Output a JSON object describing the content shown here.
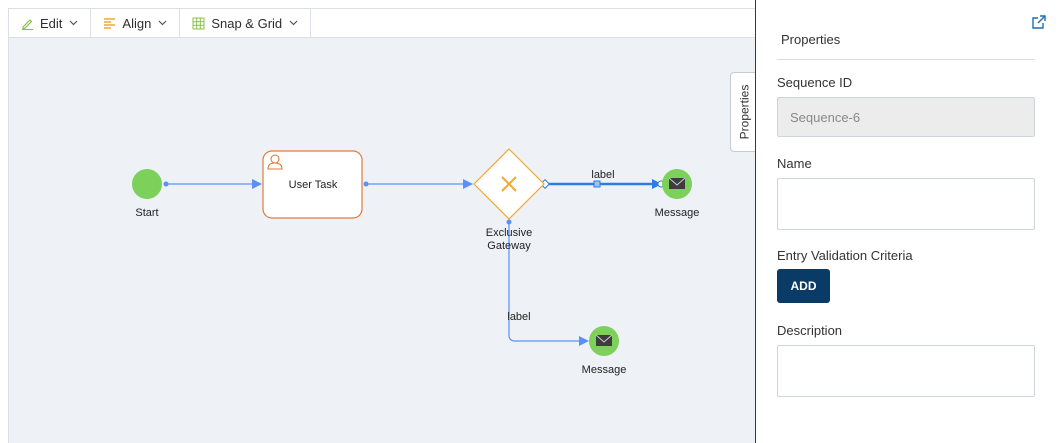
{
  "toolbar": {
    "edit_label": "Edit",
    "align_label": "Align",
    "snap_label": "Snap & Grid"
  },
  "diagram": {
    "start_label": "Start",
    "user_task_label": "User Task",
    "gateway_label_line1": "Exclusive",
    "gateway_label_line2": "Gateway",
    "message_top_label": "Message",
    "message_bottom_label": "Message",
    "flow_label_top": "label",
    "flow_label_bottom": "label"
  },
  "properties_tab": {
    "label": "Properties"
  },
  "panel": {
    "title": "Properties",
    "sequence_id_label": "Sequence ID",
    "sequence_id_value": "Sequence-6",
    "name_label": "Name",
    "name_value": "",
    "entry_validation_label": "Entry Validation Criteria",
    "add_button_label": "ADD",
    "description_label": "Description",
    "description_value": ""
  },
  "colors": {
    "connector": "#5b8ff9",
    "selected_connector": "#2f7be6",
    "start_event": "#7dd15a",
    "task_border": "#e07a3a",
    "gateway_border": "#f0a830",
    "add_button": "#0a3a66"
  }
}
